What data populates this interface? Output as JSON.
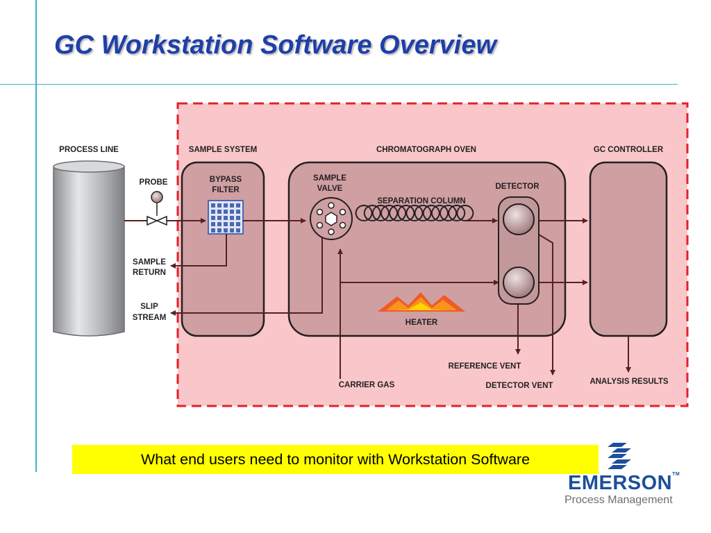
{
  "slide": {
    "title": "GC Workstation Software Overview",
    "callout": "What end users need to monitor with Workstation Software"
  },
  "diagram": {
    "labels": {
      "process_line": "PROCESS LINE",
      "probe": "PROBE",
      "sample_return_1": "SAMPLE",
      "sample_return_2": "RETURN",
      "slip_stream_1": "SLIP",
      "slip_stream_2": "STREAM",
      "sample_system": "SAMPLE SYSTEM",
      "bypass_filter_1": "BYPASS",
      "bypass_filter_2": "FILTER",
      "chromatograph_oven": "CHROMATOGRAPH OVEN",
      "sample_valve_1": "SAMPLE",
      "sample_valve_2": "VALVE",
      "separation_column": "SEPARATION COLUMN",
      "detector": "DETECTOR",
      "heater": "HEATER",
      "gc_controller": "GC CONTROLLER",
      "carrier_gas": "CARRIER GAS",
      "reference_vent": "REFERENCE VENT",
      "detector_vent": "DETECTOR VENT",
      "analysis_results": "ANALYSIS RESULTS"
    },
    "colors": {
      "highlight_fill": "#f9c6c9",
      "highlight_border": "#e4202a",
      "module_fill": "#cf9fa2",
      "module_border": "#231f20",
      "flow_line": "#5a1f1f",
      "pipe": "#bcbdc0",
      "filter": "#4d67b0",
      "heater": "#f15a24"
    }
  },
  "logo": {
    "name": "EMERSON",
    "mark": "TM",
    "division": "Process Management"
  }
}
